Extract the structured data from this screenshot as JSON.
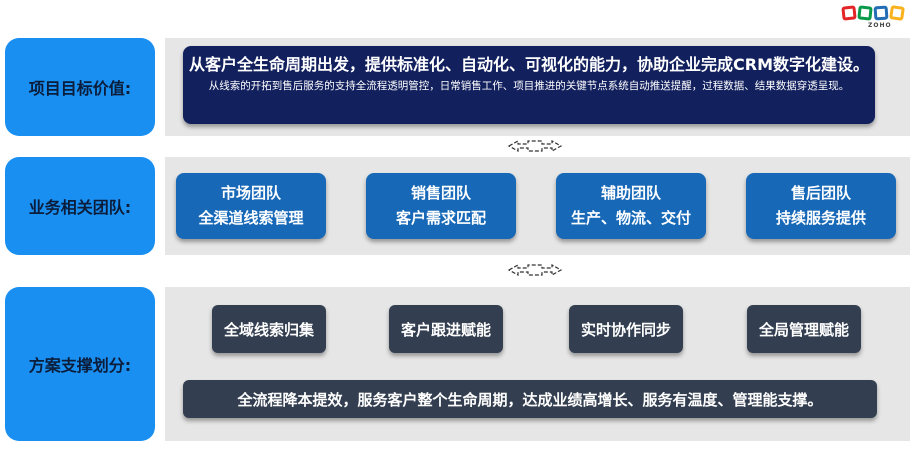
{
  "logo": {
    "word": "ZOHO"
  },
  "rows": {
    "goal": {
      "label": "项目目标价值:",
      "main": "从客户全生命周期出发，提供标准化、自动化、可视化的能力，协助企业完成CRM数字化建设。",
      "sub": "从线索的开拓到售后服务的支持全流程透明管控，日常销售工作、项目推进的关键节点系统自动推送提醒，过程数据、结果数据穿透呈现。"
    },
    "teams": {
      "label": "业务相关团队:",
      "items": [
        {
          "name": "市场团队",
          "desc": "全渠道线索管理"
        },
        {
          "name": "销售团队",
          "desc": "客户需求匹配"
        },
        {
          "name": "辅助团队",
          "desc": "生产、物流、交付"
        },
        {
          "name": "售后团队",
          "desc": "持续服务提供"
        }
      ]
    },
    "solution": {
      "label": "方案支撑划分:",
      "items": [
        "全域线索归集",
        "客户跟进赋能",
        "实时协作同步",
        "全局管理赋能"
      ],
      "summary": "全流程降本提效，服务客户整个生命周期，达成业绩高增长、服务有温度、管理能支撑。"
    }
  }
}
